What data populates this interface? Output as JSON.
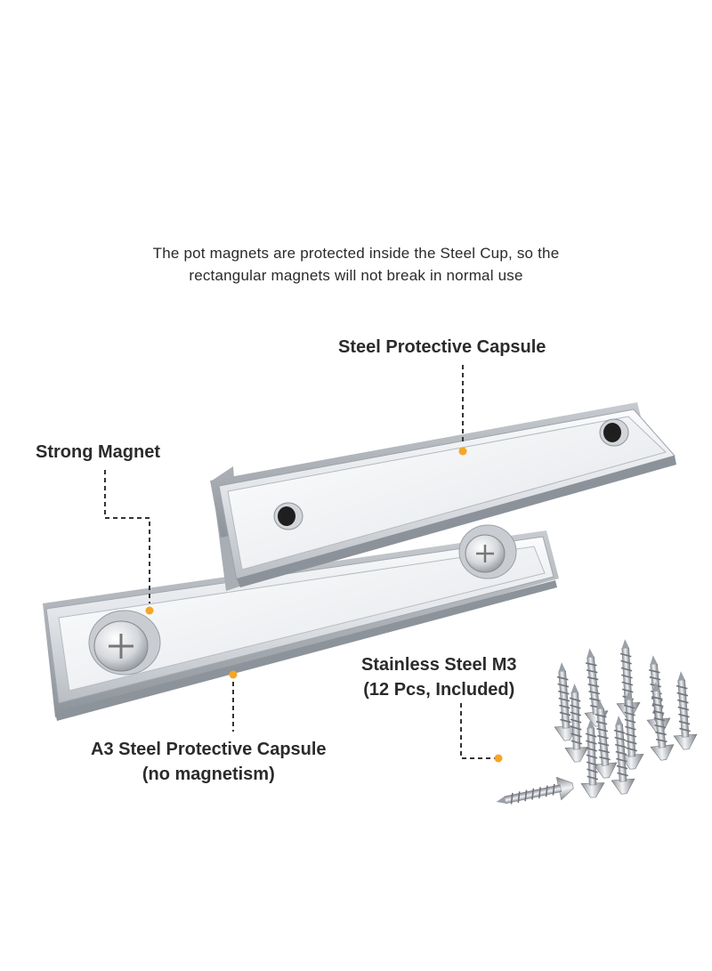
{
  "intro_text": "The pot magnets are protected inside the Steel Cup, so the rectangular magnets will not break in normal use",
  "labels": {
    "steel_capsule": "Steel Protective Capsule",
    "strong_magnet": "Strong Magnet",
    "a3_line1": "A3 Steel Protective Capsule",
    "a3_line2": "(no magnetism)",
    "screws_line1": "Stainless Steel M3",
    "screws_line2": "(12 Pcs, Included)"
  },
  "colors": {
    "accent_dot": "#f5a623",
    "callout_line": "#333333",
    "steel_light": "#f4f5f7",
    "steel_dark": "#9aa0a6"
  }
}
